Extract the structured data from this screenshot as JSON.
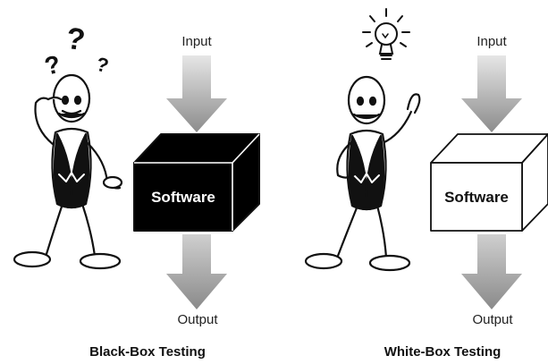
{
  "panels": [
    {
      "input_label": "Input",
      "box_label": "Software",
      "output_label": "Output",
      "caption": "Black-Box Testing",
      "box_style": "black"
    },
    {
      "input_label": "Input",
      "box_label": "Software",
      "output_label": "Output",
      "caption": "White-Box Testing",
      "box_style": "white"
    }
  ],
  "colors": {
    "arrow": "#8c8c8c",
    "ink": "#111111",
    "box_black": "#000000",
    "box_white": "#ffffff"
  }
}
